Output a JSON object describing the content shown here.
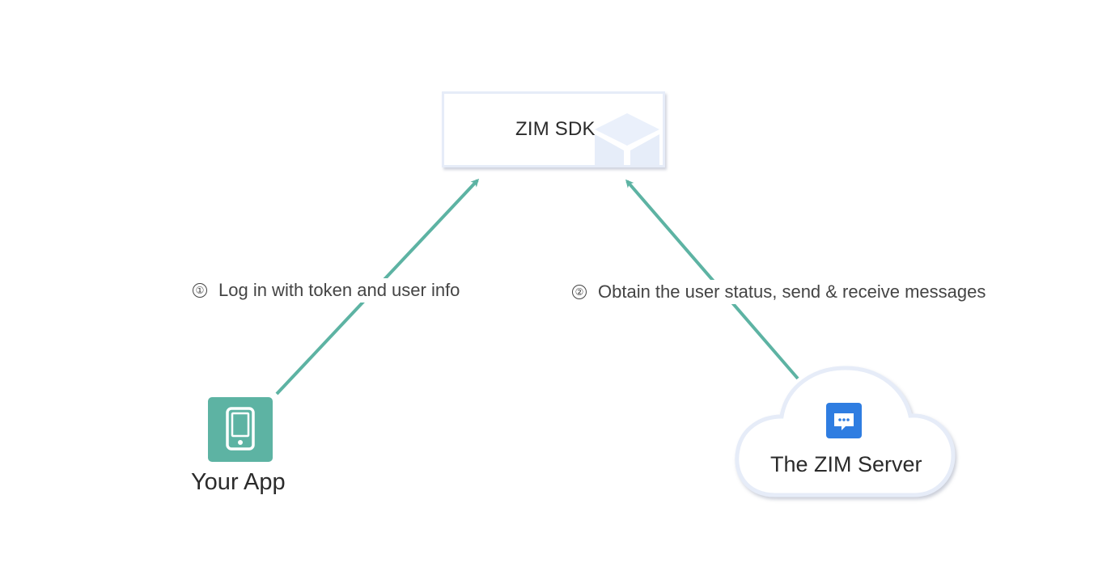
{
  "nodes": {
    "sdk": {
      "label": "ZIM SDK",
      "icon": "cube-icon"
    },
    "app": {
      "label": "Your App",
      "icon": "smartphone-icon"
    },
    "server": {
      "label": "The ZIM Server",
      "icon": "chat-bubble-icon"
    }
  },
  "edges": [
    {
      "step": "①",
      "label": "Log in with token and user info",
      "from": "app",
      "to": "sdk"
    },
    {
      "step": "②",
      "label": "Obtain the user status, send & receive messages",
      "from": "server",
      "to": "sdk"
    }
  ],
  "colors": {
    "arrow": "#5db3a3",
    "app_icon": "#5db3a3",
    "chat_icon": "#2f7de1",
    "box_border": "#e6ecf8",
    "cloud_border": "#e6ecf8",
    "text": "#333333"
  }
}
